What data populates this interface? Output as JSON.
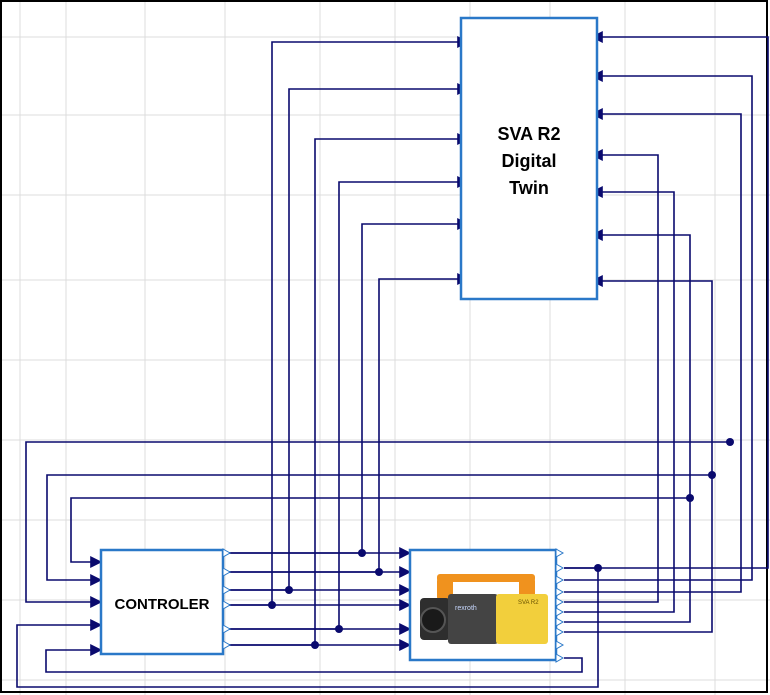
{
  "blocks": {
    "twin": {
      "label_lines": [
        "SVA R2",
        "Digital",
        "Twin"
      ]
    },
    "controller": {
      "label": "CONTROLER"
    },
    "sensor": {
      "brand_text": "rexroth",
      "model_text": "SVA R2"
    }
  },
  "colors": {
    "wire": "#0a0a6e",
    "block_border": "#2a78c8",
    "grid": "#dcdcdc",
    "frame": "#000000",
    "device_orange": "#f0921e",
    "device_yellow": "#f2cf3c",
    "device_body": "#3a3a3a"
  },
  "icons": [
    "arrow-right-icon",
    "arrow-left-icon",
    "junction-dot-icon",
    "port-triangle-icon"
  ]
}
